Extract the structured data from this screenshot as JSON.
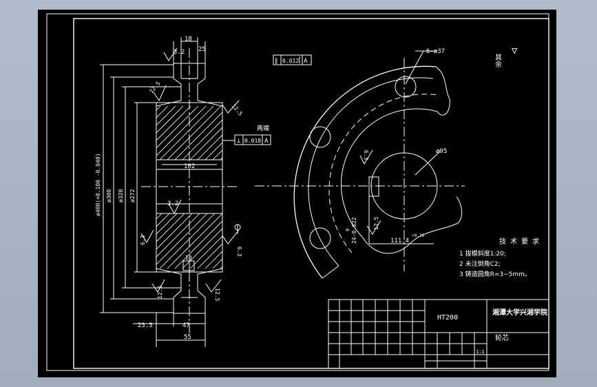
{
  "drawing": {
    "left_view": {
      "dim_top_width": "18",
      "rough_top": "3.2",
      "chamfer_top": "25",
      "rough_upper": "12.5",
      "rough_right_upper": "12.5",
      "dim_bore": "102",
      "rough_mid": "3.2",
      "rough_left_lower": "6.3",
      "rough_right_lower": "6.3",
      "dim_keyway": "10",
      "rough_bottom_left": "12.5",
      "rough_bottom_right": "12.5",
      "dia_outer": "ø400(+0.100 -0.040)",
      "dia_300": "ø300",
      "dia_320": "ø320",
      "dia_272": "ø272",
      "dim_23_5": "23.5",
      "dim_47": "47",
      "dim_55": "55",
      "note_both_ends": "两端",
      "tol_perp": {
        "symbol": "⊥",
        "value": "0.018",
        "datum": "A"
      }
    },
    "right_view": {
      "tol_flat": {
        "symbol": "∥",
        "value": "0.012",
        "datum": "A"
      },
      "holes": "6-ø37",
      "bore": "ø95",
      "rough_1": "6.3",
      "rough_2": "12.5",
      "keyway_width": "24-0.022",
      "keyway_upper": "0",
      "dim_111": "111.4",
      "dim_111_tol": "+0.20"
    },
    "corner": {
      "rest_label": "其余",
      "symbol": "▽"
    },
    "tech_req": {
      "title": "技术要求",
      "items": [
        "1 拔模斜度1:20;",
        "2 未注倒角C2;",
        "3 铸造圆角R=3~5mm。"
      ]
    },
    "title_block": {
      "material": "HT200",
      "school": "湘潭大学兴湘学院",
      "part_name": "轮芯",
      "scale": "1:1"
    }
  }
}
